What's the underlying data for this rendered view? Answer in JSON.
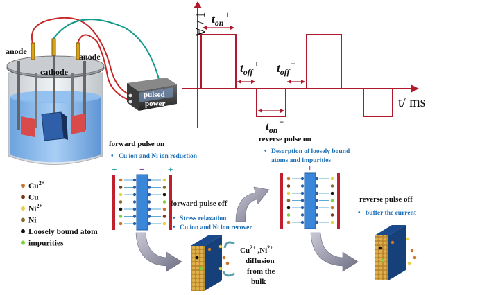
{
  "cell": {
    "anode_left": "anode",
    "cathode": "cathode",
    "anode_right": "anode",
    "power_line1": "pulsed",
    "power_line2": "power"
  },
  "waveform": {
    "y_axis": "I / A",
    "x_axis": "t/ ms",
    "t_on_plus": "t",
    "t_on_plus_sub": "on",
    "t_on_plus_sup": "+",
    "t_off_plus": "t",
    "t_off_plus_sub": "off",
    "t_off_plus_sup": "+",
    "t_off_minus": "t",
    "t_off_minus_sub": "off",
    "t_off_minus_sup": "−",
    "t_on_minus": "t",
    "t_on_minus_sub": "on",
    "t_on_minus_sup": "−"
  },
  "legend": [
    {
      "label": "Cu",
      "sup": "2+",
      "color": "#c8762a"
    },
    {
      "label": "Cu",
      "sup": "",
      "color": "#7a3b1a"
    },
    {
      "label": "Ni",
      "sup": "2+",
      "color": "#e8cf4a"
    },
    {
      "label": "Ni",
      "sup": "",
      "color": "#8a6a2a"
    },
    {
      "label": "Loosely bound atom",
      "sup": "",
      "color": "#111111"
    },
    {
      "label": "impurities",
      "sup": "",
      "color": "#7fd13b"
    }
  ],
  "stages": {
    "forward_on_title": "forward pulse on",
    "forward_on_bullet": "Cu ion and Ni ion reduction",
    "forward_off_title": "forward pulse off",
    "forward_off_bullet1": "Stress relaxation",
    "forward_off_bullet2": "Cu ion and Ni ion recover",
    "reverse_on_title": "reverse pulse on",
    "reverse_on_bullet_line1": "Desorption of loosely bound",
    "reverse_on_bullet_line2": "atoms and impurities",
    "reverse_off_title": "reverse pulse off",
    "reverse_off_bullet": "buffer the current",
    "diffusion_ion1": "Cu",
    "diffusion_ion1_sup": "2+",
    "diffusion_sep": " ,Ni",
    "diffusion_ion2_sup": "2+",
    "diffusion_line2": "diffusion",
    "diffusion_line3": "from the",
    "diffusion_line4": "bulk"
  },
  "electrodes": {
    "plus": "+",
    "minus": "−"
  }
}
